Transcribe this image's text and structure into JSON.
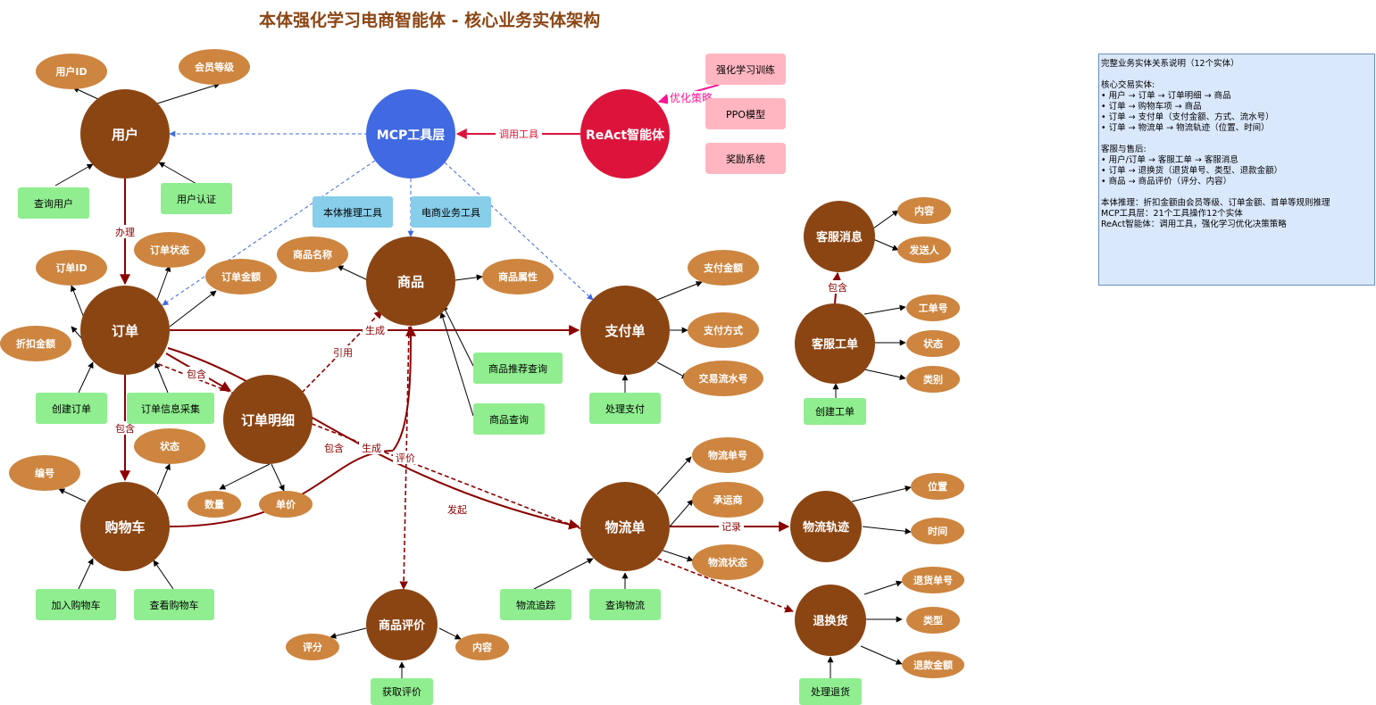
{
  "title": "本体强化学习电商智能体 - 核心业务实体架构",
  "colors": {
    "entity": "#8B4513",
    "attribute": "#CD853F",
    "tool": "#90EE90",
    "toolgroup": "#87CEEB",
    "mcp": "#4169E1",
    "react": "#DC143C",
    "rl": "#FFB6C1",
    "edge": "#8B0000",
    "blue_dash": "#4169E1",
    "magenta": "#FF1493",
    "notes_bg": "#DAE8FC"
  },
  "entities": {
    "user": "用户",
    "order": "订单",
    "cart": "购物车",
    "product": "商品",
    "order_item": "订单明细",
    "payment": "支付单",
    "logistics": "物流单",
    "review": "商品评价",
    "track": "物流轨迹",
    "service_ticket": "客服工单",
    "service_msg": "客服消息",
    "return": "退换货"
  },
  "core": {
    "mcp": "MCP工具层",
    "react": "ReAct智能体"
  },
  "rl": {
    "training": "强化学习训练",
    "ppo": "PPO模型",
    "reward": "奖励系统"
  },
  "tool_groups": {
    "ontology": "本体推理工具",
    "ecommerce": "电商业务工具"
  },
  "attributes": {
    "user_id": "用户ID",
    "member_level": "会员等级",
    "order_status": "订单状态",
    "order_id": "订单ID",
    "order_amount": "订单金额",
    "discount": "折扣金额",
    "product_name": "商品名称",
    "product_attr": "商品属性",
    "pay_amount": "支付金额",
    "pay_method": "支付方式",
    "trade_no": "交易流水号",
    "cart_no": "编号",
    "cart_status": "状态",
    "qty": "数量",
    "unit_price": "单价",
    "logistics_no": "物流单号",
    "carrier": "承运商",
    "logistics_status": "物流状态",
    "location": "位置",
    "time": "时间",
    "review_score": "评分",
    "review_content": "内容",
    "msg_content": "内容",
    "sender": "发送人",
    "ticket_no": "工单号",
    "ticket_status": "状态",
    "ticket_type": "类别",
    "return_no": "退货单号",
    "return_type": "类型",
    "refund": "退款金额"
  },
  "tools": {
    "query_user": "查询用户",
    "auth_user": "用户认证",
    "create_order": "创建订单",
    "collect_order": "订单信息采集",
    "recommend": "商品推荐查询",
    "query_product": "商品查询",
    "process_pay": "处理支付",
    "create_ticket": "创建工单",
    "add_cart": "加入购物车",
    "view_cart": "查看购物车",
    "track_logistics": "物流追踪",
    "query_logistics": "查询物流",
    "get_review": "获取评价",
    "process_return": "处理退货"
  },
  "edge_labels": {
    "handle": "办理",
    "contains1": "包含",
    "contains2": "包含",
    "contains3": "包含",
    "contains4": "包含",
    "generate1": "生成",
    "generate2": "生成",
    "reference": "引用",
    "review": "评价",
    "initiate": "发起",
    "record": "记录",
    "call_tool": "调用工具",
    "optimize": "优化策略"
  },
  "notes": [
    "完整业务实体关系说明（12个实体）",
    "",
    "核心交易实体:",
    "• 用户 → 订单 → 订单明细 → 商品",
    "• 订单 → 购物车项 → 商品",
    "• 订单 → 支付单（支付金额、方式、流水号）",
    "• 订单 → 物流单 → 物流轨迹（位置、时间）",
    "",
    "客服与售后:",
    "• 用户/订单 → 客服工单 → 客服消息",
    "• 订单 → 退换货（退货单号、类型、退款金额）",
    "• 商品 → 商品评价（评分、内容）",
    "",
    "本体推理：折扣金额由会员等级、订单金额、首单等规则推理",
    "MCP工具层：21个工具操作12个实体",
    "ReAct智能体：调用工具，强化学习优化决策策略"
  ]
}
